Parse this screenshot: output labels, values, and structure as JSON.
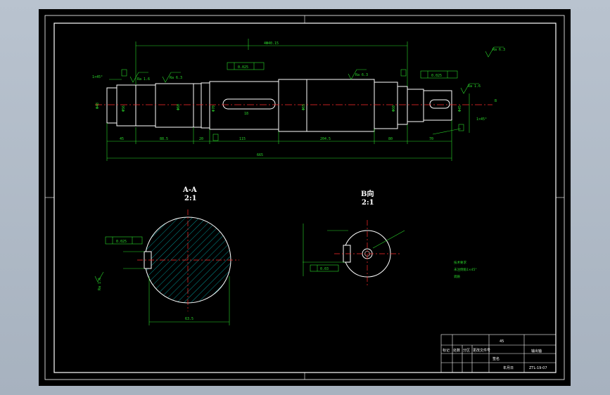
{
  "colors": {
    "background": "#000000",
    "outline": "#ffffff",
    "dimension": "#2bd92b",
    "centerline": "#ff2a2a",
    "hatch": "#00d0d0",
    "accent": "#ffff00",
    "window": "#b0bac6"
  },
  "dimensions": {
    "total_length": "665",
    "upper_length": "4Φ40.15",
    "d1": "Φ48",
    "d2": "Φ56",
    "d3": "Φ60",
    "d4": "Φ70",
    "d5": "Φ65",
    "d6": "Φ60",
    "d7": "Φ45",
    "seg1": "45",
    "seg2": "88.5",
    "seg3": "20",
    "seg4": "115",
    "seg5": "204.5",
    "seg6": "80",
    "seg7": "70",
    "key_width": "18",
    "chamfer_left": "1×45°",
    "chamfer_right": "1×45°",
    "section_dia": "63.5",
    "right_end": "B"
  },
  "roughness": {
    "r1": "Ra 1.6",
    "r2": "Ra 6.3",
    "r3": "Ra 6.3",
    "r4": "Ra 1.6",
    "r5": "Ra 6.3",
    "r6": "Ra 1.6"
  },
  "tolerance": {
    "t1": "0.025",
    "t2": "0.025",
    "t3": "0.025",
    "t4": "0.03"
  },
  "section": {
    "title": "A-A",
    "scale": "2:1"
  },
  "view_b": {
    "title": "B向",
    "scale": "2:1"
  },
  "tech_notes": [
    "技术要求",
    "未注倒角1×45°",
    "调质"
  ],
  "title_block": {
    "part_name": "输出轴",
    "material": "45",
    "drawing_no": "ZTL-19-07",
    "row_labels": [
      "标记",
      "处数",
      "分区",
      "更改文件号",
      "签名",
      "年月日"
    ]
  }
}
